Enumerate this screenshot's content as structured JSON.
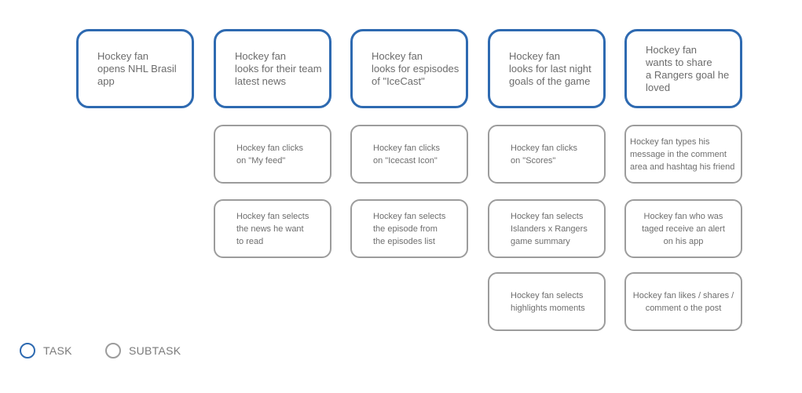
{
  "tasks": [
    {
      "text": "Hockey fan\nopens NHL Brasil\napp"
    },
    {
      "text": "Hockey fan\nlooks for their team\nlatest news"
    },
    {
      "text": "Hockey fan\nlooks for espisodes\nof \"IceCast\""
    },
    {
      "text": "Hockey fan\nlooks for last night\ngoals of the game"
    },
    {
      "text": "Hockey fan\nwants to share\na Rangers goal he\nloved"
    }
  ],
  "subtasks": [
    {
      "text": "Hockey fan clicks\non \"My feed\""
    },
    {
      "text": "Hockey fan selects\nthe news he want\nto read"
    },
    {
      "text": "Hockey fan clicks\non \"Icecast Icon\""
    },
    {
      "text": "Hockey fan selects\nthe episode from\nthe episodes list"
    },
    {
      "text": "Hockey fan clicks\non \"Scores\""
    },
    {
      "text": "Hockey fan selects\nIslanders x Rangers\ngame summary"
    },
    {
      "text": "Hockey fan selects\nhighlights moments"
    },
    {
      "text": "Hockey fan types his\nmessage in the comment\narea and hashtag his friend"
    },
    {
      "text": "Hockey fan who was\ntaged receive an alert\non his app"
    },
    {
      "text": "Hockey fan likes / shares /\ncomment o the post"
    }
  ],
  "legend": {
    "task_label": "TASK",
    "subtask_label": "SUBTASK"
  },
  "colors": {
    "task_border": "#2e6ab1",
    "subtask_border": "#9c9c9c",
    "text": "#6c6c6c"
  }
}
